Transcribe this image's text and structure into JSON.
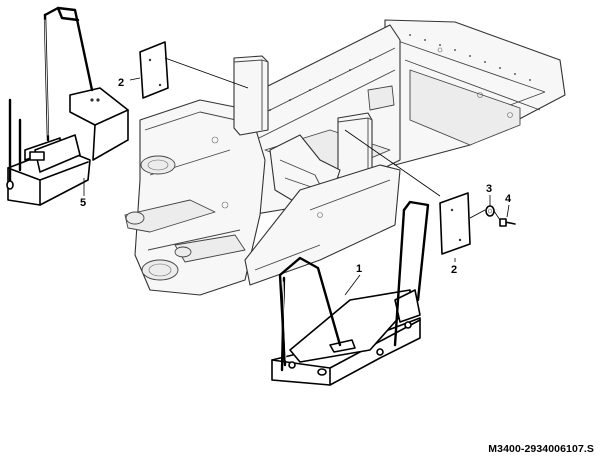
{
  "callouts": [
    {
      "id": "1",
      "label": "1",
      "part": "step-assembly"
    },
    {
      "id": "2a",
      "label": "2",
      "part": "plate"
    },
    {
      "id": "2b",
      "label": "2",
      "part": "plate"
    },
    {
      "id": "3",
      "label": "3",
      "part": "washer"
    },
    {
      "id": "4",
      "label": "4",
      "part": "bolt"
    },
    {
      "id": "5",
      "label": "5",
      "part": "step-assembly"
    }
  ],
  "reference_code": "M3400-2934006107.S"
}
